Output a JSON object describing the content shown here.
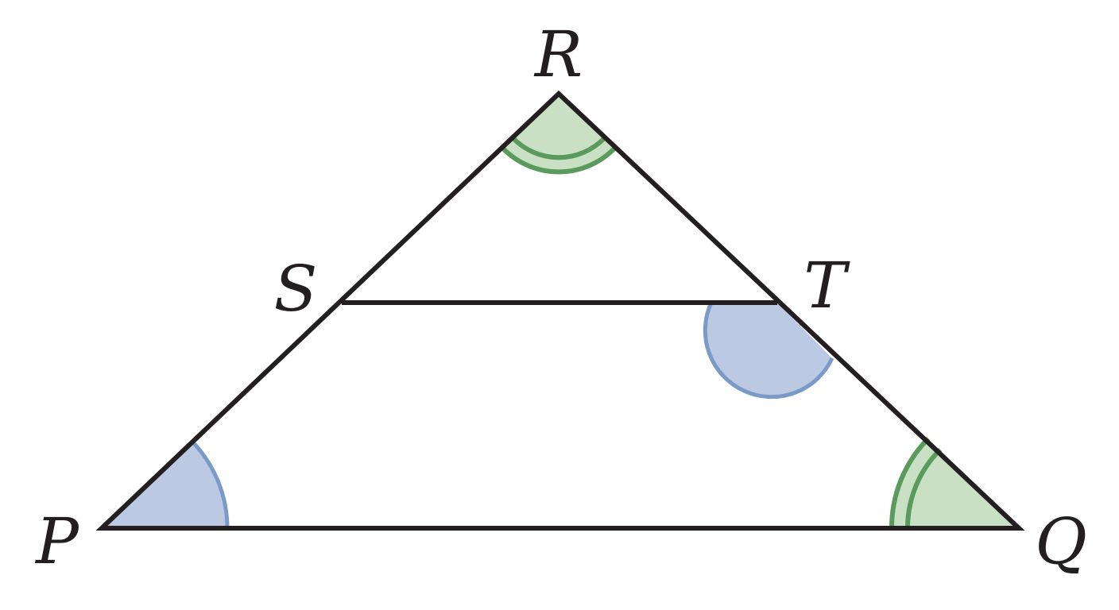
{
  "diagram": {
    "labels": {
      "R": "R",
      "S": "S",
      "T": "T",
      "P": "P",
      "Q": "Q"
    },
    "colors": {
      "line": "#231f20",
      "green_stroke": "#5a9a5c",
      "green_fill": "#c9e0c4",
      "blue_stroke": "#7a9ac8",
      "blue_fill": "#bcc9e3",
      "background": "#ffffff"
    },
    "angle_markers": [
      {
        "vertex": "R",
        "color": "green",
        "arcs": 2
      },
      {
        "vertex": "Q",
        "color": "green",
        "arcs": 2
      },
      {
        "vertex": "P",
        "color": "blue",
        "arcs": 1
      },
      {
        "vertex": "T",
        "color": "blue",
        "arcs": 1
      }
    ]
  }
}
